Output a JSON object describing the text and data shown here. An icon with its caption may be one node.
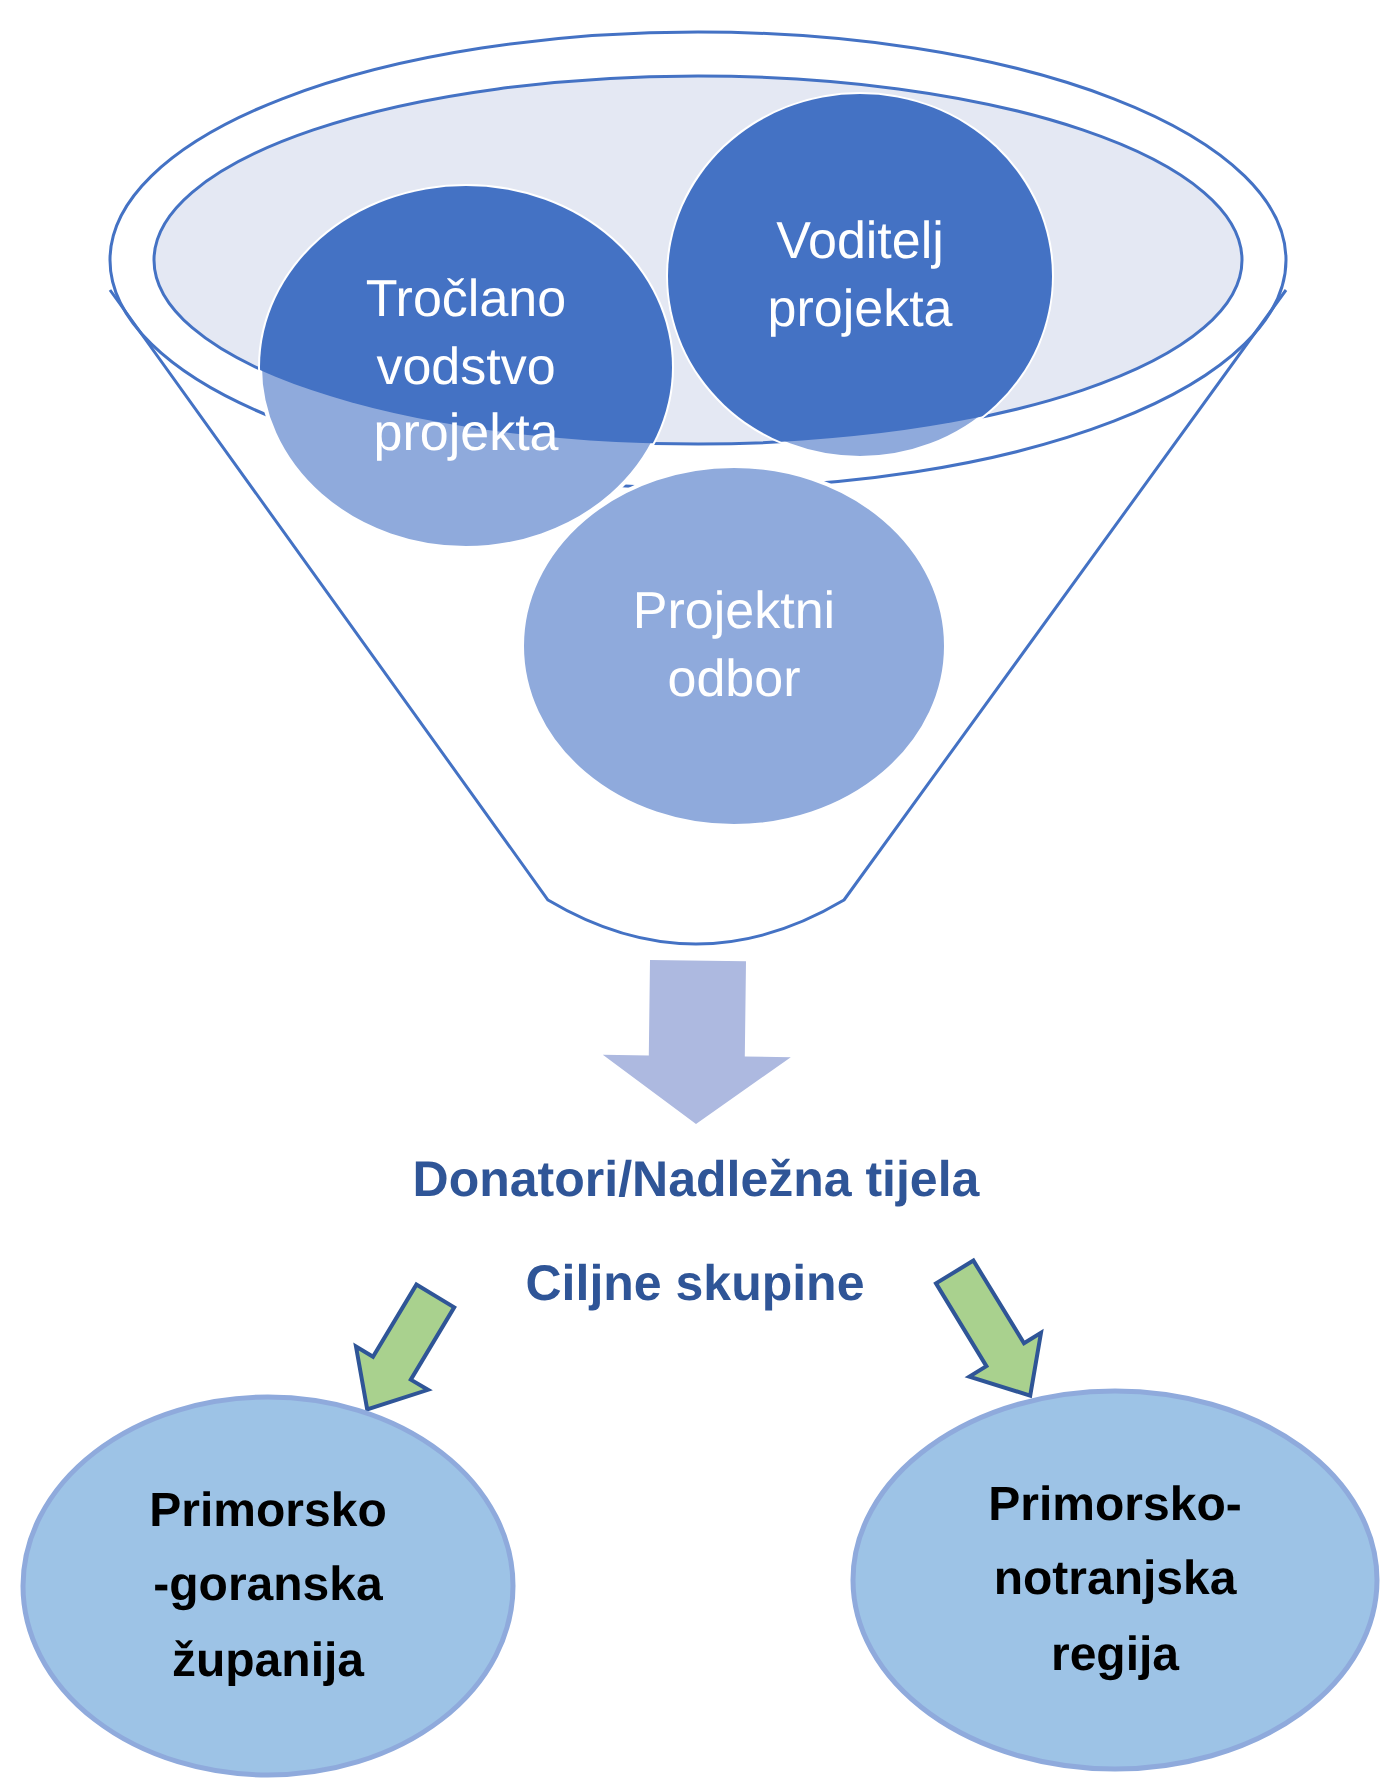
{
  "diagram": {
    "nodes": [
      {
        "text": [],
        "shape": "funnel"
      },
      {
        "text": [
          "Tročlano vodstvo projekta"
        ]
      },
      {
        "text": [
          "Voditelj projekta"
        ],
        "in": 0
      },
      {
        "text": [
          "Projektni odbor"
        ]
      },
      {
        "text": [
          "Donatori/Nadležna tijela"
        ]
      },
      {
        "text": [
          "Ciljne skupine"
        ]
      },
      {
        "text": [
          "Primorsko -goranska županija"
        ]
      },
      {
        "text": [
          "Primorsko- notranjska regija"
        ]
      }
    ],
    "edges": [
      {
        "from": 0,
        "to": 4,
        "arrow": "to",
        "color": "#adb9e0"
      },
      {
        "from": 5,
        "to": 6,
        "arrow": "to"
      },
      {
        "from": 5,
        "to": 7,
        "arrow": "to"
      }
    ]
  }
}
